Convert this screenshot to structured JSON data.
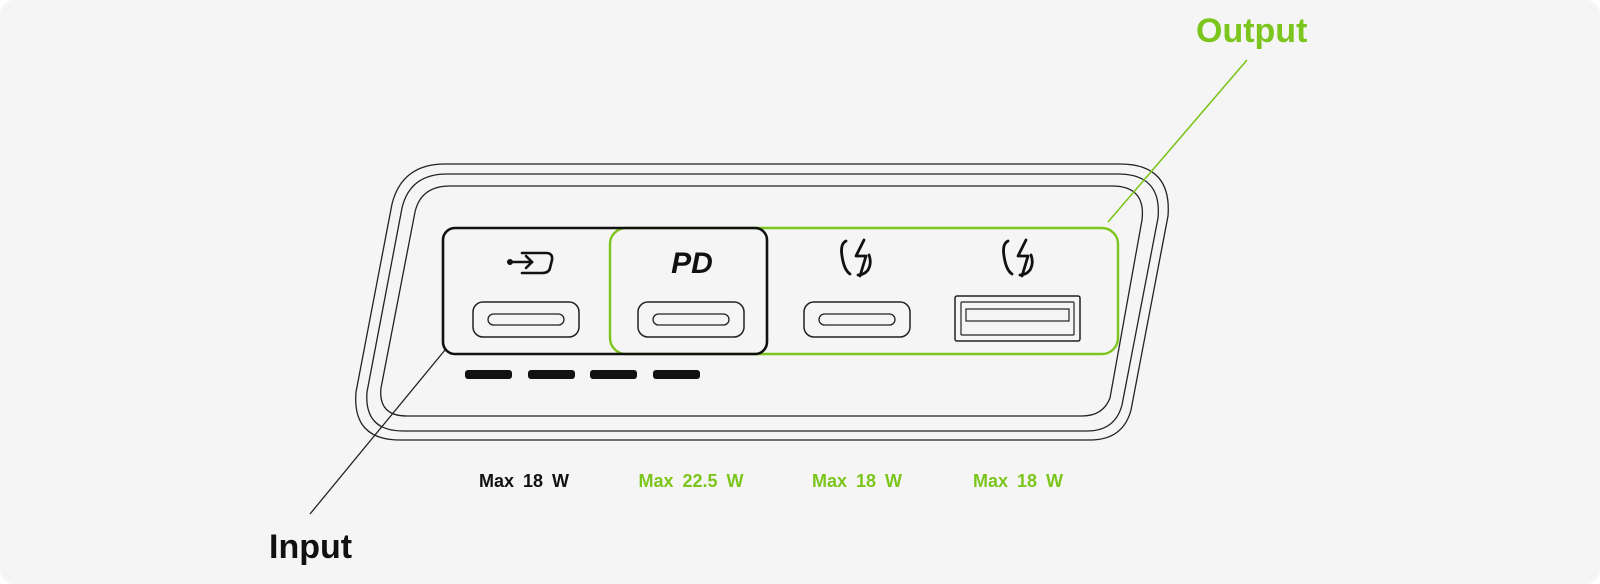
{
  "callouts": {
    "output_label": "Output",
    "input_label": "Input"
  },
  "ports": [
    {
      "role": "input",
      "icon": "usb-input-icon",
      "connector": "usb-c",
      "max_label": "Max  18 W"
    },
    {
      "role": "output",
      "icon": "pd-icon",
      "icon_text": "PD",
      "connector": "usb-c",
      "max_label": "Max  22.5 W"
    },
    {
      "role": "output",
      "icon": "fast-charge-icon",
      "connector": "usb-c",
      "max_label": "Max  18 W"
    },
    {
      "role": "output",
      "icon": "fast-charge-icon",
      "connector": "usb-a",
      "max_label": "Max  18 W"
    }
  ],
  "battery_indicator": {
    "led_count": 4
  },
  "colors": {
    "output_accent": "#7cc51c",
    "input_accent": "#111111",
    "outline": "#222222",
    "background": "#f5f5f5"
  }
}
